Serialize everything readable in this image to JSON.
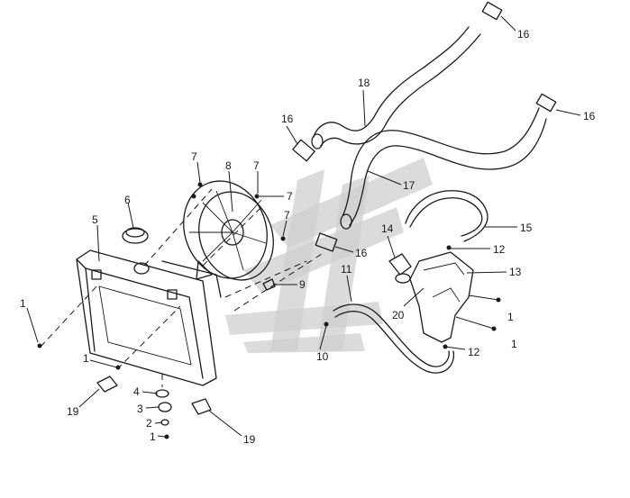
{
  "callouts": [
    {
      "id": "c16a",
      "text": "16"
    },
    {
      "id": "c16b",
      "text": "16"
    },
    {
      "id": "c16c",
      "text": "16"
    },
    {
      "id": "c16d",
      "text": "16"
    },
    {
      "id": "c18",
      "text": "18"
    },
    {
      "id": "c17",
      "text": "17"
    },
    {
      "id": "c15",
      "text": "15"
    },
    {
      "id": "c14",
      "text": "14"
    },
    {
      "id": "c12a",
      "text": "12"
    },
    {
      "id": "c13",
      "text": "13"
    },
    {
      "id": "c1a",
      "text": "1"
    },
    {
      "id": "c1b",
      "text": "1"
    },
    {
      "id": "c20",
      "text": "20"
    },
    {
      "id": "c12b",
      "text": "12"
    },
    {
      "id": "c11",
      "text": "11"
    },
    {
      "id": "c9",
      "text": "9"
    },
    {
      "id": "c10",
      "text": "10"
    },
    {
      "id": "c7a",
      "text": "7"
    },
    {
      "id": "c8",
      "text": "8"
    },
    {
      "id": "c7b",
      "text": "7"
    },
    {
      "id": "c7c",
      "text": "7"
    },
    {
      "id": "c7d",
      "text": "7"
    },
    {
      "id": "c6",
      "text": "6"
    },
    {
      "id": "c5",
      "text": "5"
    },
    {
      "id": "c1c",
      "text": "1"
    },
    {
      "id": "c1d",
      "text": "1"
    },
    {
      "id": "c4",
      "text": "4"
    },
    {
      "id": "c3",
      "text": "3"
    },
    {
      "id": "c2",
      "text": "2"
    },
    {
      "id": "c1e",
      "text": "1"
    },
    {
      "id": "c19a",
      "text": "19"
    },
    {
      "id": "c19b",
      "text": "19"
    }
  ]
}
